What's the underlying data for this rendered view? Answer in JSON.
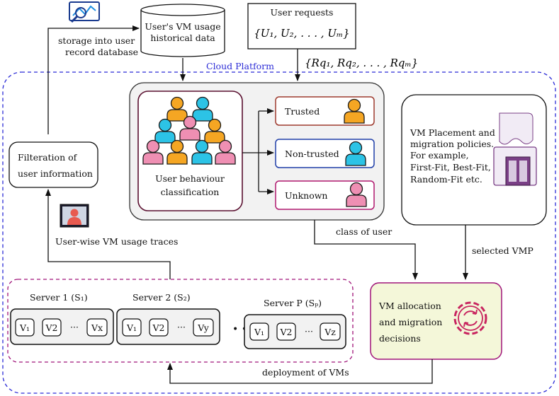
{
  "cloud_platform_label": "Cloud Platform",
  "storage_label": [
    "storage into user",
    "record database"
  ],
  "historical_data": [
    "User's VM usage",
    "historical data"
  ],
  "user_requests": {
    "title": "User requests",
    "set_U": "{U₁, U₂, . . . , Uₘ}",
    "set_Rq": "{Rq₁, Rq₂, . . . , Rqₘ}"
  },
  "filteration": [
    "Filteration of",
    "user information"
  ],
  "classification_label": [
    "User behaviour",
    "classification"
  ],
  "classes": {
    "trusted": "Trusted",
    "non_trusted": "Non-trusted",
    "unknown": "Unknown"
  },
  "vmp_policies": [
    "VM Placement and",
    "migration policies.",
    "For example,",
    "First-Fit, Best-Fit,",
    "Random-Fit etc."
  ],
  "usage_traces_label": "User-wise VM usage traces",
  "class_of_user_label": "class of user",
  "selected_vmp_label": "selected VMP",
  "allocation_label": [
    "VM allocation",
    "and migration",
    "decisions"
  ],
  "deployment_label": "deployment of VMs",
  "servers": [
    {
      "title": "Server 1 (S₁)",
      "vms": [
        "V₁",
        "V2",
        "···",
        "Vx"
      ]
    },
    {
      "title": "Server 2 (S₂)",
      "vms": [
        "V₁",
        "V2",
        "···",
        "Vy"
      ]
    },
    {
      "title": "Server P (Sₚ)",
      "vms": [
        "V₁",
        "V2",
        "···",
        "Vz"
      ]
    }
  ],
  "servers_ellipsis": "• • •",
  "colors": {
    "cloud_border": "#2b2bd6",
    "server_group_border": "#a0157a",
    "trusted_border": "#9e3a2e",
    "non_trusted_border": "#1f3ea8",
    "unknown_border": "#b0186e",
    "allocation_fill": "#f4f7d9",
    "allocation_border": "#a0157a",
    "gear": "#c8245f",
    "person_orange": "#f5a623",
    "person_cyan": "#2cc3e6",
    "person_pink": "#ef8fb3"
  }
}
